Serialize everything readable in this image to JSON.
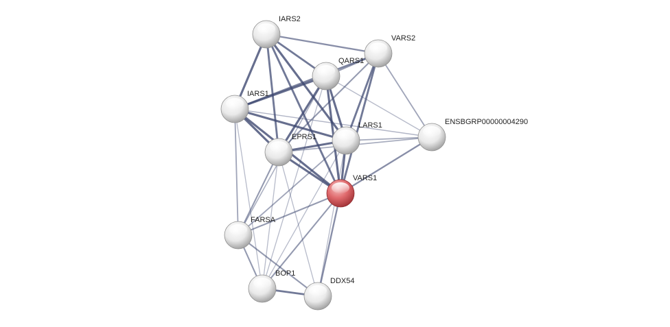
{
  "network": {
    "nodes": [
      {
        "id": "IARS2",
        "label": "IARS2",
        "color": "#e8e8e8",
        "query": false
      },
      {
        "id": "VARS2",
        "label": "VARS2",
        "color": "#e8e8e8",
        "query": false
      },
      {
        "id": "QARS1",
        "label": "QARS1",
        "color": "#e8e8e8",
        "query": false
      },
      {
        "id": "IARS1",
        "label": "IARS1",
        "color": "#e8e8e8",
        "query": false
      },
      {
        "id": "LARS1",
        "label": "LARS1",
        "color": "#e8e8e8",
        "query": false
      },
      {
        "id": "ENSBGRP",
        "label": "ENSBGRP00000004290",
        "color": "#e8e8e8",
        "query": false
      },
      {
        "id": "EPRS1",
        "label": "EPRS1",
        "color": "#e8e8e8",
        "query": false
      },
      {
        "id": "VARS1",
        "label": "VARS1",
        "color": "#d9575b",
        "query": true
      },
      {
        "id": "FARSA",
        "label": "FARSA",
        "color": "#e8e8e8",
        "query": false
      },
      {
        "id": "BOP1",
        "label": "BOP1",
        "color": "#e8e8e8",
        "query": false
      },
      {
        "id": "DDX54",
        "label": "DDX54",
        "color": "#e8e8e8",
        "query": false
      }
    ],
    "edges": [
      {
        "source": "IARS2",
        "target": "VARS2",
        "weight": 0.6
      },
      {
        "source": "IARS2",
        "target": "QARS1",
        "weight": 0.8
      },
      {
        "source": "IARS2",
        "target": "IARS1",
        "weight": 0.9
      },
      {
        "source": "IARS2",
        "target": "LARS1",
        "weight": 0.9
      },
      {
        "source": "IARS2",
        "target": "EPRS1",
        "weight": 0.8
      },
      {
        "source": "IARS2",
        "target": "VARS1",
        "weight": 0.8
      },
      {
        "source": "VARS2",
        "target": "QARS1",
        "weight": 0.5
      },
      {
        "source": "VARS2",
        "target": "IARS1",
        "weight": 0.7
      },
      {
        "source": "VARS2",
        "target": "LARS1",
        "weight": 0.8
      },
      {
        "source": "VARS2",
        "target": "EPRS1",
        "weight": 0.5
      },
      {
        "source": "VARS2",
        "target": "VARS1",
        "weight": 0.8
      },
      {
        "source": "VARS2",
        "target": "ENSBGRP",
        "weight": 0.4
      },
      {
        "source": "QARS1",
        "target": "IARS1",
        "weight": 0.9
      },
      {
        "source": "QARS1",
        "target": "LARS1",
        "weight": 0.9
      },
      {
        "source": "QARS1",
        "target": "EPRS1",
        "weight": 0.9
      },
      {
        "source": "QARS1",
        "target": "VARS1",
        "weight": 0.9
      },
      {
        "source": "QARS1",
        "target": "ENSBGRP",
        "weight": 0.2
      },
      {
        "source": "QARS1",
        "target": "FARSA",
        "weight": 0.3
      },
      {
        "source": "IARS1",
        "target": "LARS1",
        "weight": 0.9
      },
      {
        "source": "IARS1",
        "target": "EPRS1",
        "weight": 0.9
      },
      {
        "source": "IARS1",
        "target": "VARS1",
        "weight": 0.9
      },
      {
        "source": "IARS1",
        "target": "ENSBGRP",
        "weight": 0.25
      },
      {
        "source": "IARS1",
        "target": "FARSA",
        "weight": 0.4
      },
      {
        "source": "LARS1",
        "target": "EPRS1",
        "weight": 0.9
      },
      {
        "source": "LARS1",
        "target": "VARS1",
        "weight": 0.9
      },
      {
        "source": "LARS1",
        "target": "ENSBGRP",
        "weight": 0.35
      },
      {
        "source": "LARS1",
        "target": "FARSA",
        "weight": 0.4
      },
      {
        "source": "LARS1",
        "target": "BOP1",
        "weight": 0.2
      },
      {
        "source": "LARS1",
        "target": "DDX54",
        "weight": 0.2
      },
      {
        "source": "EPRS1",
        "target": "VARS1",
        "weight": 0.9
      },
      {
        "source": "EPRS1",
        "target": "ENSBGRP",
        "weight": 0.35
      },
      {
        "source": "EPRS1",
        "target": "FARSA",
        "weight": 0.5
      },
      {
        "source": "EPRS1",
        "target": "BOP1",
        "weight": 0.2
      },
      {
        "source": "EPRS1",
        "target": "DDX54",
        "weight": 0.2
      },
      {
        "source": "VARS1",
        "target": "ENSBGRP",
        "weight": 0.6
      },
      {
        "source": "VARS1",
        "target": "FARSA",
        "weight": 0.5
      },
      {
        "source": "VARS1",
        "target": "BOP1",
        "weight": 0.5
      },
      {
        "source": "VARS1",
        "target": "DDX54",
        "weight": 0.6
      },
      {
        "source": "FARSA",
        "target": "BOP1",
        "weight": 0.5
      },
      {
        "source": "FARSA",
        "target": "DDX54",
        "weight": 0.5
      },
      {
        "source": "BOP1",
        "target": "DDX54",
        "weight": 0.8
      },
      {
        "source": "IARS1",
        "target": "BOP1",
        "weight": 0.2
      },
      {
        "source": "QARS1",
        "target": "BOP1",
        "weight": 0.2
      }
    ],
    "edge_color": "#3d4770"
  }
}
